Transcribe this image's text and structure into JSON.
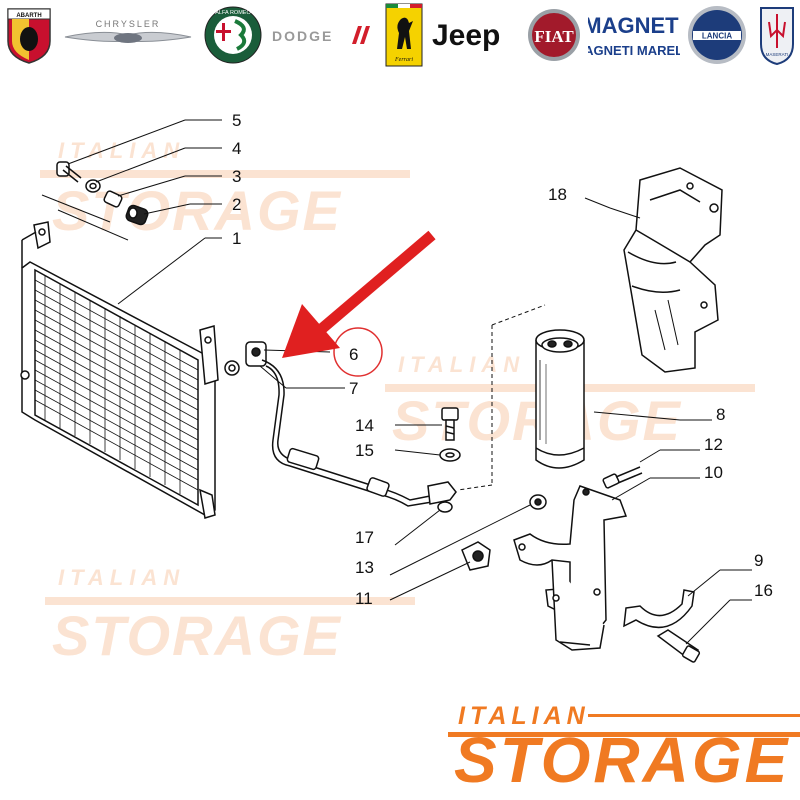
{
  "brands": [
    {
      "name": "ABARTH",
      "icon": "abarth-logo-icon"
    },
    {
      "name": "CHRYSLER",
      "icon": "chrysler-logo-icon"
    },
    {
      "name": "ALFA ROMEO",
      "icon": "alfa-romeo-logo-icon"
    },
    {
      "name": "DODGE",
      "icon": "dodge-logo-icon"
    },
    {
      "name": "Ferrari",
      "icon": "ferrari-logo-icon"
    },
    {
      "name": "Jeep",
      "icon": "jeep-logo-icon"
    },
    {
      "name": "FIAT",
      "icon": "fiat-logo-icon"
    },
    {
      "name": "MAGNETI MARELLI",
      "icon": "magneti-marelli-logo-icon"
    },
    {
      "name": "LANCIA",
      "icon": "lancia-logo-icon"
    },
    {
      "name": "MASERATI",
      "icon": "maserati-logo-icon"
    }
  ],
  "callouts": {
    "c1": "1",
    "c2": "2",
    "c3": "3",
    "c4": "4",
    "c5": "5",
    "c6": "6",
    "c7": "7",
    "c8": "8",
    "c9": "9",
    "c10": "10",
    "c11": "11",
    "c12": "12",
    "c13": "13",
    "c14": "14",
    "c15": "15",
    "c16": "16",
    "c17": "17",
    "c18": "18"
  },
  "watermark": {
    "line1": "ITALIAN",
    "line2": "STORAGE"
  },
  "brand_footer": {
    "line1": "ITALIAN",
    "line2": "STORAGE"
  },
  "colors": {
    "accent": "#f07a22",
    "watermark": "#fbe3d2",
    "arrow": "#e02020",
    "highlight_circle": "#e03030"
  }
}
